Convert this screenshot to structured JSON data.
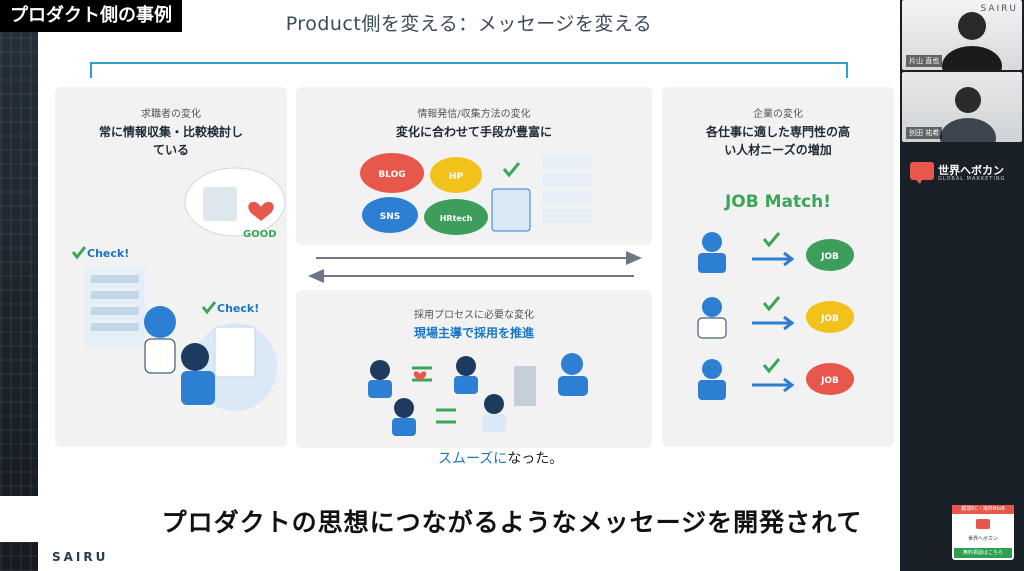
{
  "overlay": {
    "tag": "プロダクト側の事例",
    "subtitle": "プロダクトの思想につながるようなメッセージを開発されて"
  },
  "slide": {
    "title": "Product側を変える：メッセージを変える",
    "logo": "SAIRU",
    "footer_prefix": "",
    "footer_highlight": "スムーズに",
    "footer_suffix": "なった。"
  },
  "panels": {
    "left": {
      "sub": "求職者の変化",
      "main_1": "常に情報収集・比較検討し",
      "main_2": "ている",
      "check1": "Check!",
      "check2": "Check!",
      "good": "GOOD"
    },
    "mid1": {
      "sub": "情報発信/収集方法の変化",
      "main": "変化に合わせて手段が豊富に",
      "bubbles": [
        "BLOG",
        "HP",
        "SNS",
        "HRtech"
      ]
    },
    "mid2": {
      "sub": "採用プロセスに必要な変化",
      "main": "現場主導で採用を推進"
    },
    "right": {
      "sub": "企業の変化",
      "main_1": "各仕事に適した専門性の高",
      "main_2": "い人材ニーズの増加",
      "jobmatch": "JOB Match!",
      "job_labels": [
        "JOB",
        "JOB",
        "JOB"
      ]
    }
  },
  "sidebar": {
    "cam1_label": "SAIRU",
    "cam1_name": "片山 直也",
    "cam2_name": "別田 祐希",
    "brand": "世界へボカン",
    "brand_sub": "GLOBAL MARKETING",
    "promo_top": "越境EC・海外BtoB",
    "promo_mid": "世界へボカン",
    "promo_bot": "無料相談はこちら"
  },
  "colors": {
    "accent_blue": "#1976c7",
    "bracket": "#2f9fd0",
    "green": "#3aa657",
    "bubble_red": "#e8574b",
    "bubble_yellow": "#f3c21a",
    "bubble_blue": "#2d7fd3",
    "bubble_green": "#3c9e5a"
  }
}
